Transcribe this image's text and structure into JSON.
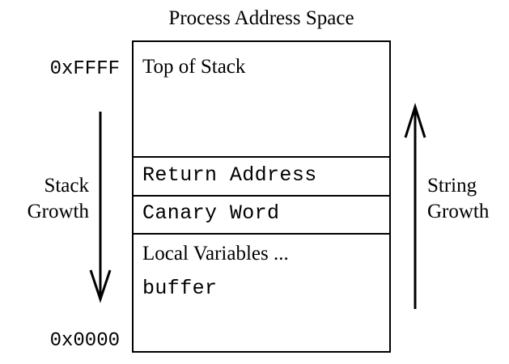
{
  "diagram": {
    "title": "Process Address Space",
    "address_high": "0xFFFF",
    "address_low": "0x0000",
    "stack_growth": {
      "line1": "Stack",
      "line2": "Growth",
      "arrow": "down-arrow-icon"
    },
    "string_growth": {
      "line1": "String",
      "line2": "Growth",
      "arrow": "up-arrow-icon"
    },
    "cells": [
      {
        "label": "Top of Stack",
        "font": "serif"
      },
      {
        "label": "Return Address",
        "font": "mono"
      },
      {
        "label": "Canary Word",
        "font": "mono"
      },
      {
        "label": "Local Variables ...",
        "label2": "buffer",
        "font": "serif"
      }
    ],
    "colors": {
      "stroke": "#000000",
      "fill": "#ffffff",
      "text": "#000000"
    }
  }
}
